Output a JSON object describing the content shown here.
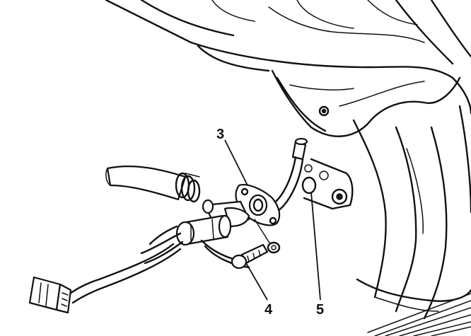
{
  "diagram": {
    "callouts": [
      {
        "id": "3",
        "label": "3"
      },
      {
        "id": "4",
        "label": "4"
      },
      {
        "id": "5",
        "label": "5"
      }
    ]
  }
}
